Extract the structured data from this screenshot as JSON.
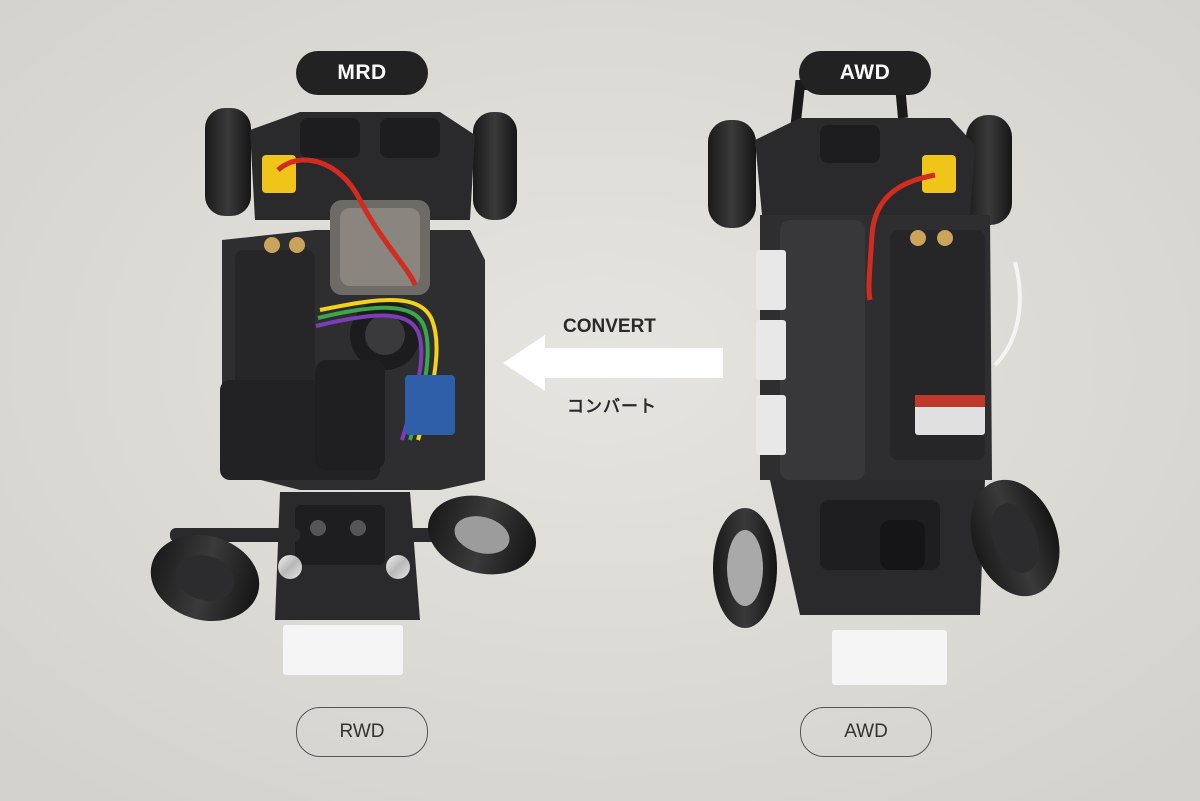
{
  "labels": {
    "left_top": "MRD",
    "right_top": "AWD",
    "left_bottom": "RWD",
    "right_bottom": "AWD"
  },
  "convert": {
    "english": "CONVERT",
    "japanese": "コンバート"
  },
  "colors": {
    "background": "#dedcd7",
    "pill_dark": "#222222",
    "chassis": "#2b2b2d",
    "arrow": "#ffffff"
  }
}
